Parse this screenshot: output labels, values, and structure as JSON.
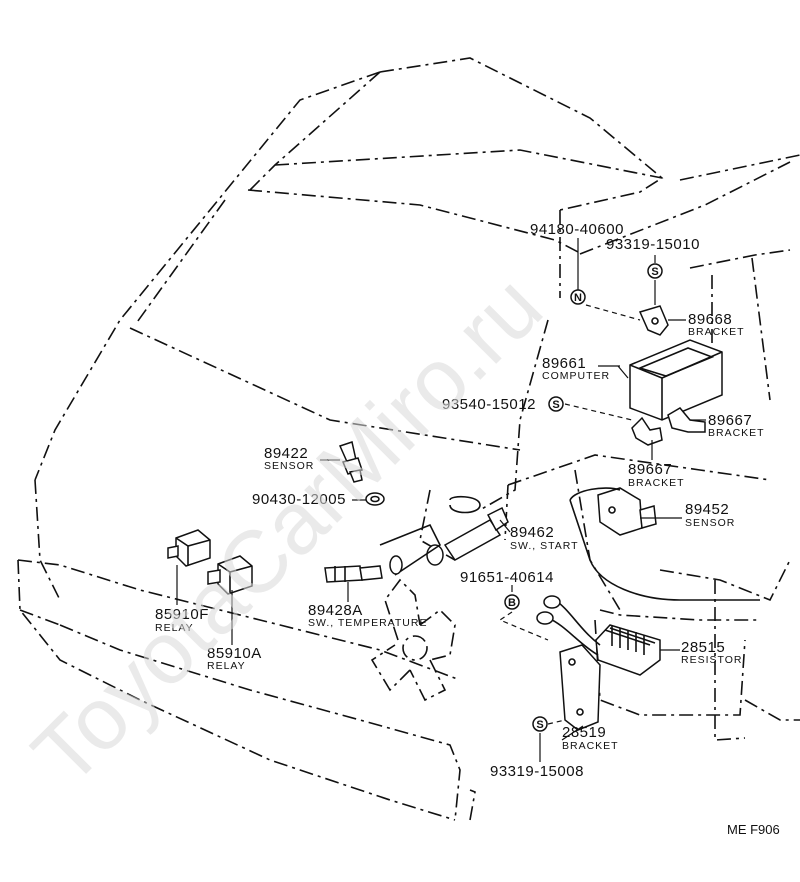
{
  "watermark": "ToyotaCarMiro.ru",
  "diagram_code": "ME F906",
  "symbols": {
    "n": "N",
    "s": "S",
    "b": "B"
  },
  "parts": {
    "p94180": {
      "number": "94180-40600"
    },
    "p93319a": {
      "number": "93319-15010"
    },
    "p89668": {
      "number": "89668",
      "name": "BRACKET"
    },
    "p89661": {
      "number": "89661",
      "name": "COMPUTER"
    },
    "p93540": {
      "number": "93540-15012"
    },
    "p89667a": {
      "number": "89667",
      "name": "BRACKET"
    },
    "p89667b": {
      "number": "89667",
      "name": "BRACKET"
    },
    "p89422": {
      "number": "89422",
      "name": "SENSOR"
    },
    "p90430": {
      "number": "90430-12005"
    },
    "p89452": {
      "number": "89452",
      "name": "SENSOR"
    },
    "p89462": {
      "number": "89462",
      "name": "SW., START"
    },
    "p91651": {
      "number": "91651-40614"
    },
    "p85910f": {
      "number": "85910F",
      "name": "RELAY"
    },
    "p89428a": {
      "number": "89428A",
      "name": "SW., TEMPERATURE"
    },
    "p85910a": {
      "number": "85910A",
      "name": "RELAY"
    },
    "p28515": {
      "number": "28515",
      "name": "RESISTOR"
    },
    "p28519": {
      "number": "28519",
      "name": "BRACKET"
    },
    "p93319b": {
      "number": "93319-15008"
    }
  }
}
